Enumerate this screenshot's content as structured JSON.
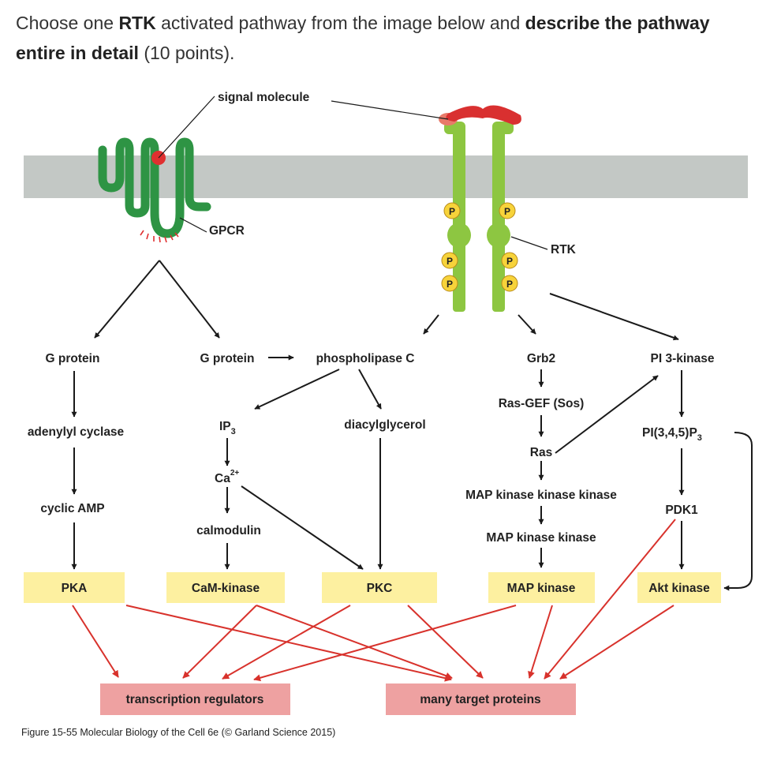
{
  "question": {
    "part1": "Choose one ",
    "bold1": "RTK",
    "part2": " activated pathway from the image below and ",
    "bold2": "describe the pathway entire in detail",
    "part3": " (10 points)."
  },
  "diagram": {
    "signal_molecule": "signal molecule",
    "gpcr": "GPCR",
    "rtk": "RTK",
    "phospho": "P",
    "g_protein_left": "G protein",
    "g_protein_mid": "G protein",
    "phospholipase_c": "phospholipase C",
    "grb2": "Grb2",
    "pi3_kinase": "PI 3-kinase",
    "adenylyl_cyclase": "adenylyl cyclase",
    "ip3_base": "IP",
    "ip3_sub": "3",
    "diacylglycerol": "diacylglycerol",
    "ras_gef": "Ras-GEF (Sos)",
    "pip3_base": "PI(3,4,5)P",
    "pip3_sub": "3",
    "ras": "Ras",
    "ca_base": "Ca",
    "ca_sup": "2+",
    "cyclic_amp": "cyclic AMP",
    "mapkkk": "MAP kinase kinase kinase",
    "pdk1": "PDK1",
    "calmodulin": "calmodulin",
    "mapkk": "MAP kinase kinase",
    "pka": "PKA",
    "cam_kinase": "CaM-kinase",
    "pkc": "PKC",
    "map_kinase": "MAP kinase",
    "akt_kinase": "Akt kinase",
    "transcription_regulators": "transcription regulators",
    "many_target_proteins": "many target proteins",
    "caption": "Figure 15-55 Molecular Biology of the Cell 6e (© Garland Science 2015)",
    "colors": {
      "membrane": "#c3c8c5",
      "gpcr": "#2e9444",
      "rtk": "#8dc641",
      "ligand": "#d93030",
      "yellow_box": "#fdf0a0",
      "pink_box": "#eea1a1",
      "red_arrow": "#d8322c",
      "black_arrow": "#1a1a1a"
    }
  }
}
